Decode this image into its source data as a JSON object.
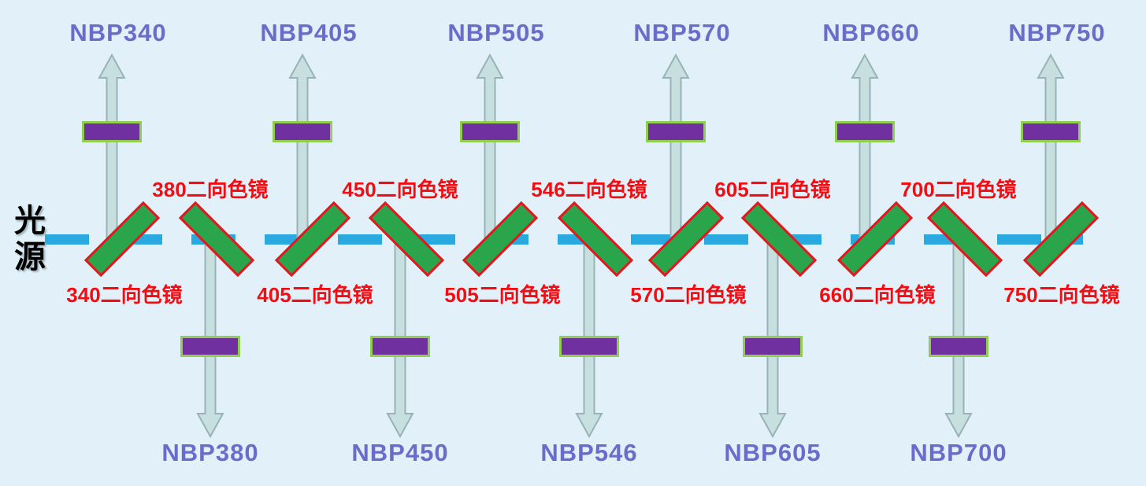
{
  "source": {
    "label": "光\n源"
  },
  "beam": {
    "color": "#2aa9e1",
    "style": "dashed"
  },
  "colors": {
    "background": "#e2f1f9",
    "beam_blue": "#2aa9e1",
    "mirror_green": "#2aa54c",
    "mirror_border_red": "#e9151e",
    "filter_purple": "#7030a0",
    "filter_border_green": "#90ce50",
    "arrow_fill": "#c8dfdf",
    "arrow_stroke": "#97b3b6",
    "nbp_text": "#6b6bcb",
    "mirror_label_text": "#f30d12",
    "source_text": "#000000"
  },
  "up_channels": [
    {
      "nbp": "NBP340",
      "mirror": "340二向色镜"
    },
    {
      "nbp": "NBP405",
      "mirror": "405二向色镜"
    },
    {
      "nbp": "NBP505",
      "mirror": "505二向色镜"
    },
    {
      "nbp": "NBP570",
      "mirror": "570二向色镜"
    },
    {
      "nbp": "NBP660",
      "mirror": "660二向色镜"
    },
    {
      "nbp": "NBP750",
      "mirror": "750二向色镜"
    }
  ],
  "down_channels": [
    {
      "nbp": "NBP380",
      "mirror": "380二向色镜"
    },
    {
      "nbp": "NBP450",
      "mirror": "450二向色镜"
    },
    {
      "nbp": "NBP546",
      "mirror": "546二向色镜"
    },
    {
      "nbp": "NBP605",
      "mirror": "605二向色镜"
    },
    {
      "nbp": "NBP700",
      "mirror": "700二向色镜"
    }
  ]
}
